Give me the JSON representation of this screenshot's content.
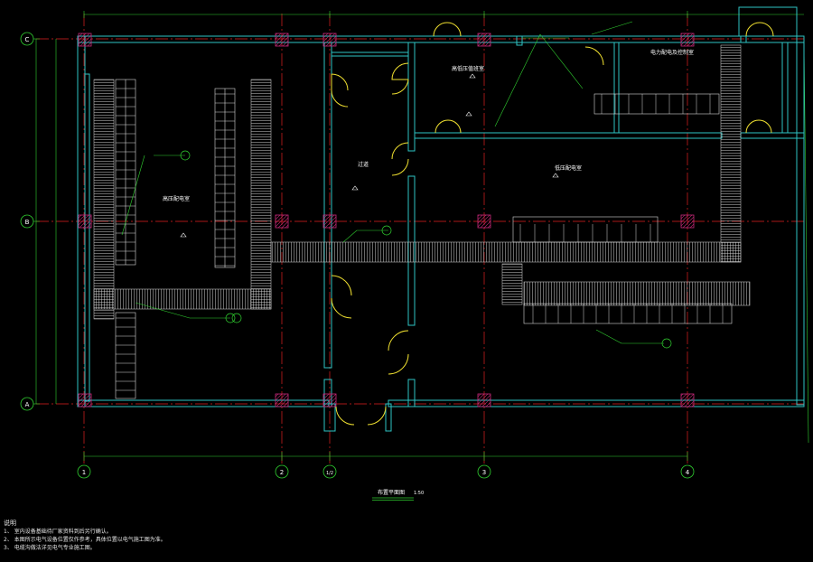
{
  "drawing": {
    "title": "布置平面图",
    "scale": "1:50"
  },
  "axes": {
    "columns": [
      "1",
      "2",
      "1/2",
      "3",
      "4"
    ],
    "rows": [
      "C",
      "B",
      "A"
    ]
  },
  "rooms": {
    "high_voltage": "高压配电室",
    "control": "高低压值班室",
    "corridor": "过道",
    "low_voltage": "低压配电室",
    "auxiliary": "电力配电及控制室"
  },
  "notes": {
    "heading": "说明",
    "items": [
      "1、 室内设备基础待厂家资料到后另行确认。",
      "2、 本图所示电气设备位置仅作参考，具体位置以电气施工图为准。",
      "3、 电缆沟做法详见电气专业施工图。"
    ]
  },
  "colors": {
    "wall": "#2ec4c4",
    "axis": "#e02020",
    "equipment": "#d8d8d8",
    "column": "#c8287a",
    "door": "#f0e030",
    "dimension": "#30d030",
    "annotation": "#ffffff",
    "bubble": "#30d030"
  }
}
